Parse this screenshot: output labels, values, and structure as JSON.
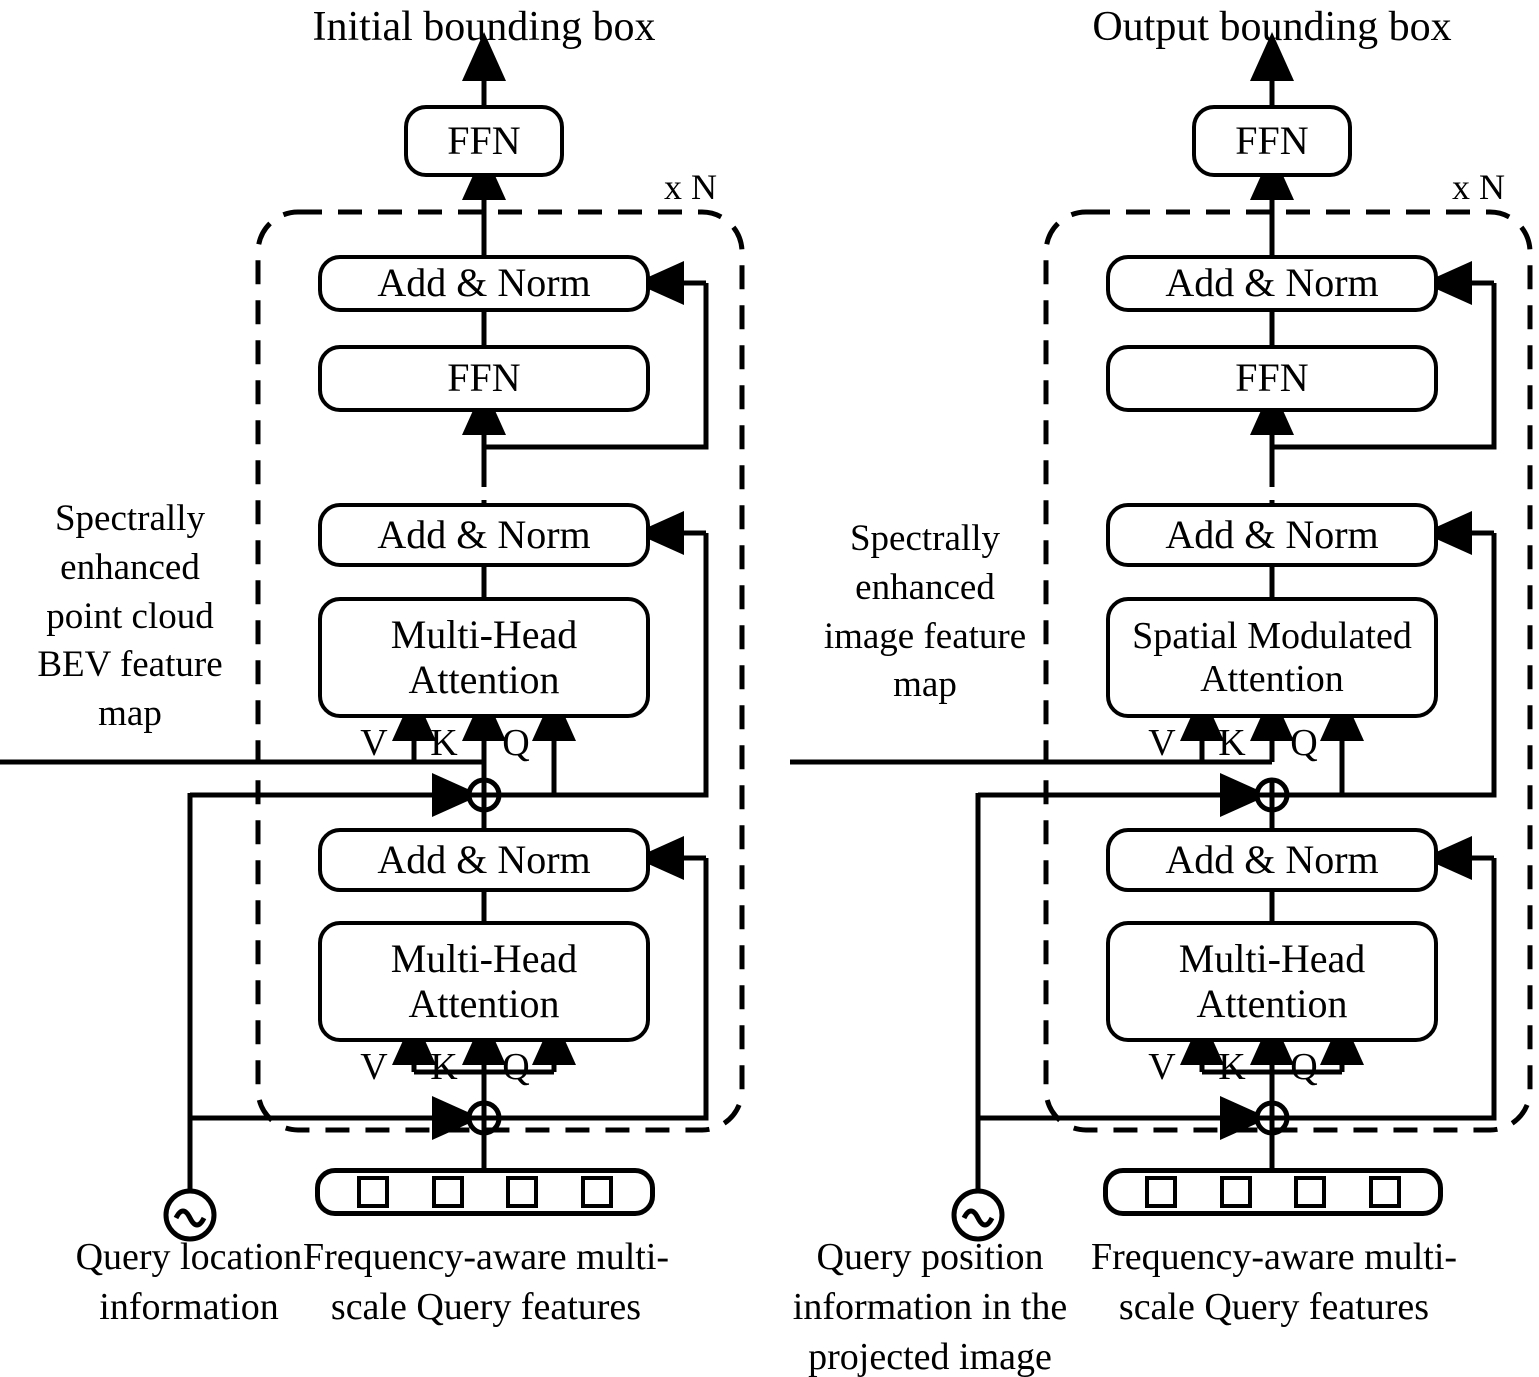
{
  "diagram": {
    "title": "Two-branch transformer decoder architecture",
    "stroke_color": "#000000",
    "background_color": "#ffffff"
  },
  "columns": [
    {
      "id": "left",
      "top_label": "Initial bounding box",
      "repeat_label": "x N",
      "side_label": "Spectrally\nenhanced\npoint cloud\nBEV feature\nmap",
      "query_source_label": "Query location\ninformation",
      "query_tokens_label": "Frequency-aware multi-\nscale Query features",
      "query_token_count": 4,
      "icon": "sine-wave-icon",
      "blocks": [
        {
          "id": "ffn-out",
          "label": "FFN",
          "inside_repeat": false
        },
        {
          "id": "addnorm-3",
          "label": "Add & Norm",
          "inside_repeat": true
        },
        {
          "id": "ffn-inner",
          "label": "FFN",
          "inside_repeat": true
        },
        {
          "id": "addnorm-2",
          "label": "Add & Norm",
          "inside_repeat": true
        },
        {
          "id": "attn-cross",
          "label": "Multi-Head\nAttention",
          "inside_repeat": true
        },
        {
          "id": "addnorm-1",
          "label": "Add & Norm",
          "inside_repeat": true
        },
        {
          "id": "attn-self",
          "label": "Multi-Head\nAttention",
          "inside_repeat": true
        }
      ],
      "vkq_labels": [
        "V",
        "K",
        "Q"
      ],
      "sum_symbol": "⊕"
    },
    {
      "id": "right",
      "top_label": "Output bounding box",
      "repeat_label": "x N",
      "side_label": "Spectrally\nenhanced\nimage feature\nmap",
      "query_source_label": "Query position\ninformation in the\nprojected image",
      "query_tokens_label": "Frequency-aware multi-\nscale Query features",
      "query_token_count": 4,
      "icon": "sine-wave-icon",
      "blocks": [
        {
          "id": "ffn-out",
          "label": "FFN",
          "inside_repeat": false
        },
        {
          "id": "addnorm-3",
          "label": "Add & Norm",
          "inside_repeat": true
        },
        {
          "id": "ffn-inner",
          "label": "FFN",
          "inside_repeat": true
        },
        {
          "id": "addnorm-2",
          "label": "Add & Norm",
          "inside_repeat": true
        },
        {
          "id": "attn-cross",
          "label": "Spatial Modulated\nAttention",
          "inside_repeat": true
        },
        {
          "id": "addnorm-1",
          "label": "Add & Norm",
          "inside_repeat": true
        },
        {
          "id": "attn-self",
          "label": "Multi-Head\nAttention",
          "inside_repeat": true
        }
      ],
      "vkq_labels": [
        "V",
        "K",
        "Q"
      ],
      "sum_symbol": "⊕"
    }
  ]
}
